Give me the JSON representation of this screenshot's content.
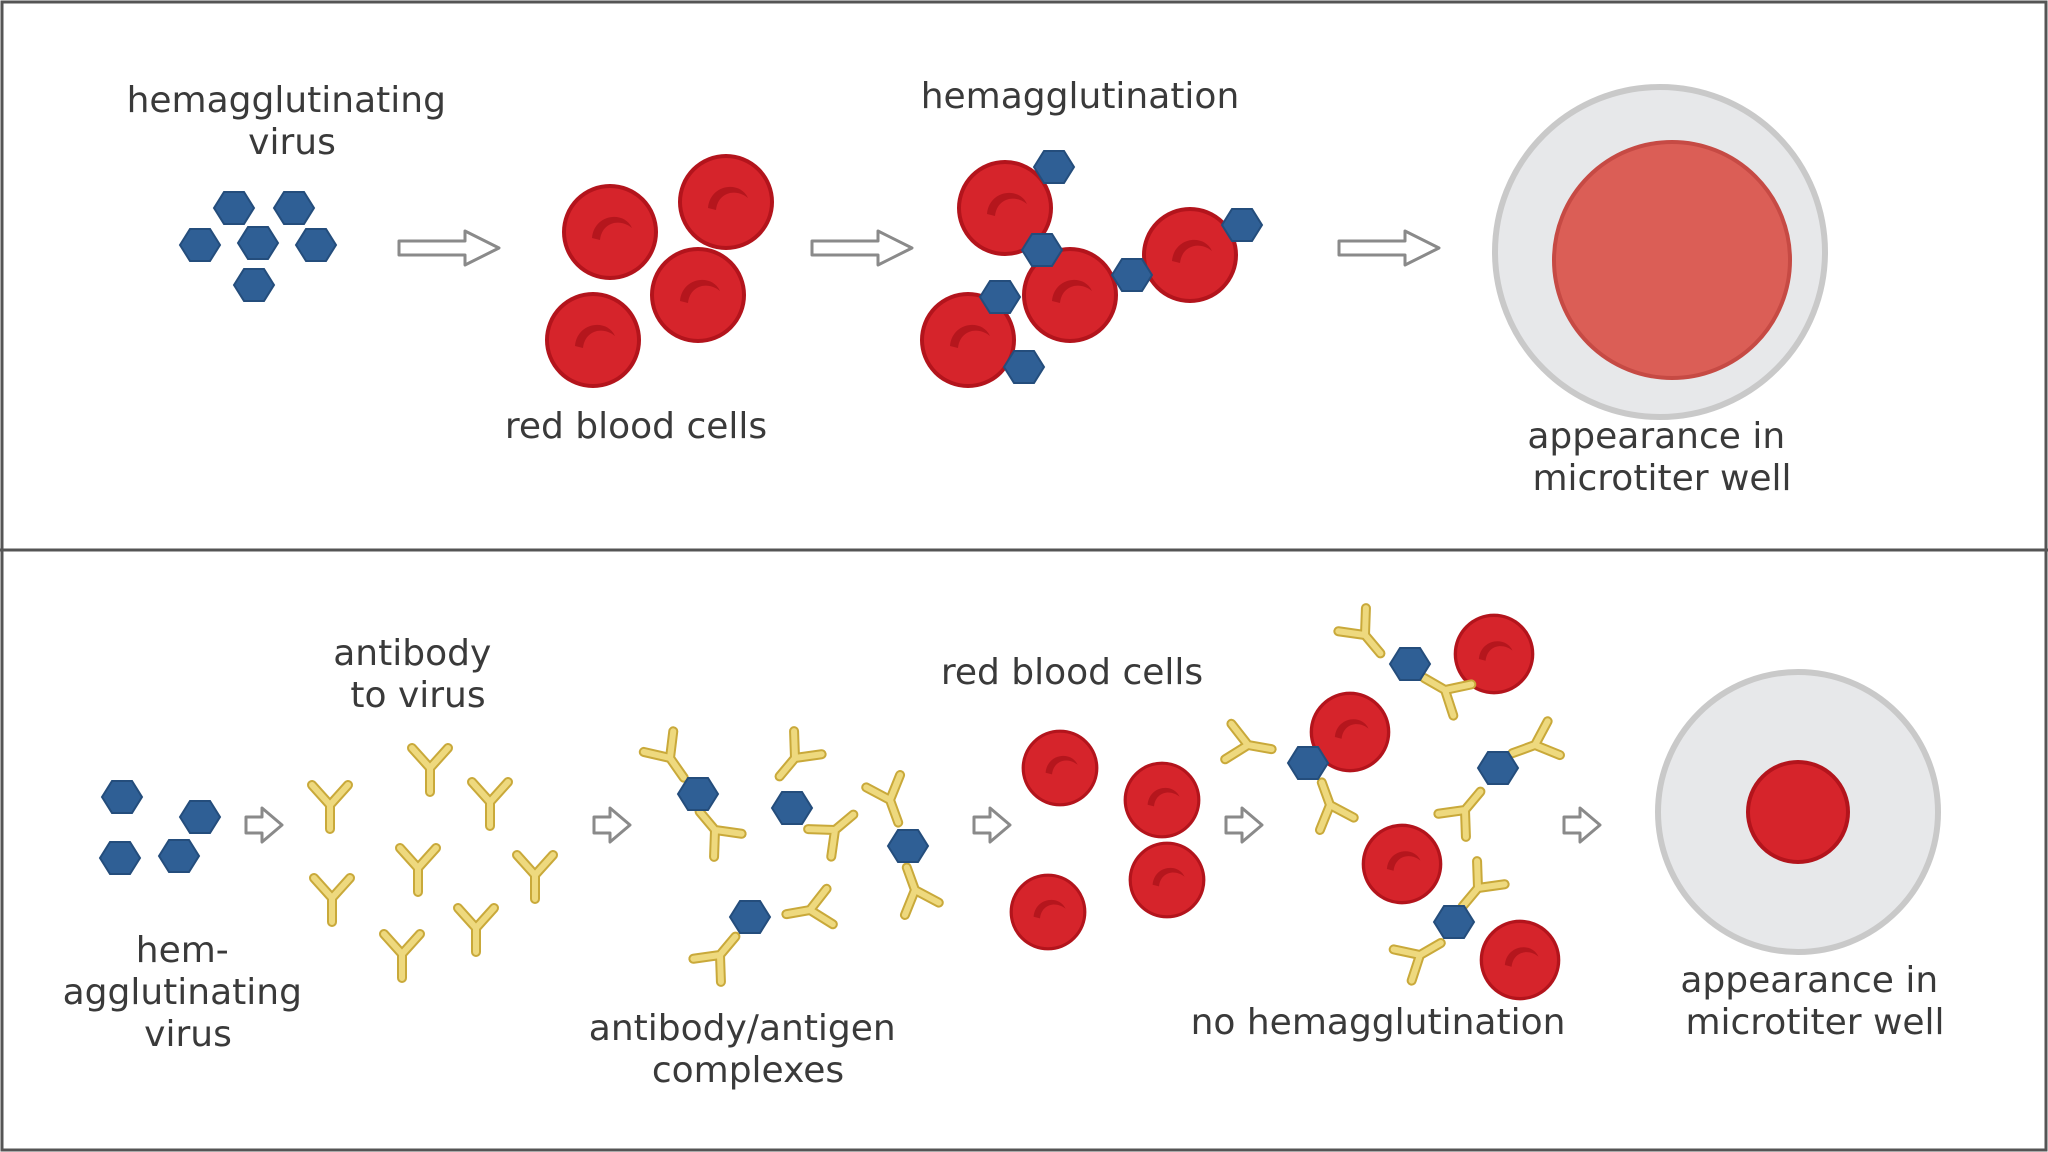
{
  "top_panel": {
    "virus_label": [
      "hemagglutinating",
      "virus"
    ],
    "rbc_label": "red blood cells",
    "hemagglutination_label": "hemagglutination",
    "well_label": [
      "appearance in",
      "microtiter well"
    ]
  },
  "bottom_panel": {
    "virus_label": [
      "hem-",
      "agglutinating",
      "virus"
    ],
    "antibody_label": [
      "antibody",
      "to virus"
    ],
    "complex_label": [
      "antibody/antigen",
      "complexes"
    ],
    "rbc_label": "red blood cells",
    "no_hemagglutination_label": "no hemagglutination",
    "well_label": [
      "appearance in",
      "microtiter well"
    ]
  },
  "colors": {
    "virus": "#2f5f95",
    "rbc": "#d6242b",
    "rbc_dark": "#b3141c",
    "antibody": "#e9d374",
    "well_rim": "#c9c9c9",
    "well_fill": "#e7e8ea",
    "well_spread": "#db5e56",
    "arrow": "#8a8a8a",
    "border": "#555555"
  }
}
